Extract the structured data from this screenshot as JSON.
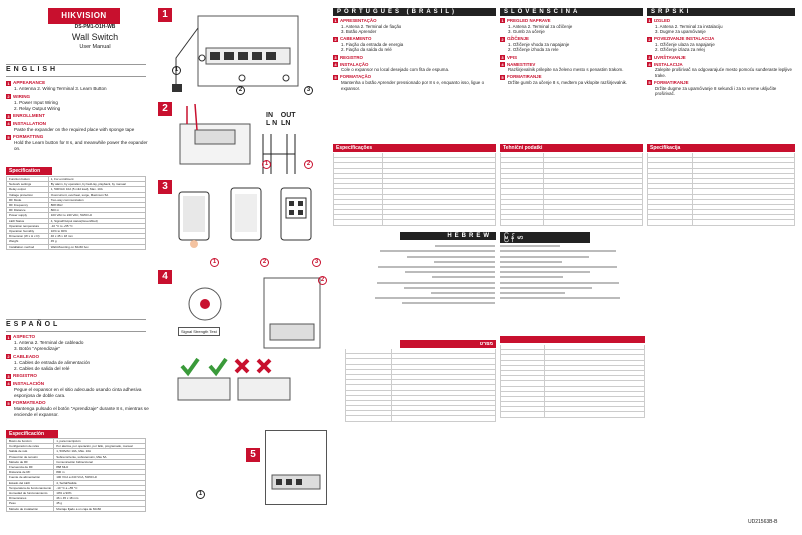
{
  "header": {
    "brand": "HIKVISION",
    "model": "DS-PM1-O1H-WB",
    "title": "Wall Switch",
    "subtitle": "User Manual"
  },
  "english": {
    "lang": "ENGLISH",
    "sections": [
      {
        "n": "1",
        "title": "APPEARANCE",
        "body": "1. Antenna  2. Wiring Terminal 3. Learn Button"
      },
      {
        "n": "2",
        "title": "WIRING",
        "body": "1. Power Input Wiring\n2. Relay Output Wiring"
      },
      {
        "n": "3",
        "title": "ENROLLMENT",
        "body": ""
      },
      {
        "n": "4",
        "title": "INSTALLATION",
        "body": "Paste the expander on the required place with sponge tape"
      },
      {
        "n": "5",
        "title": "FORMATTING",
        "body": "Hold the Learn button for 8 s, and meanwhile power the expander on."
      }
    ],
    "spec_title": "Specification",
    "spec_rows": [
      [
        "Function button",
        "1, For enrollment"
      ],
      [
        "Network settings",
        "By alarm, by operation, by fault-lay, playback, by manual"
      ],
      [
        "Relay output",
        "1, 500VAC 10A (5 mild load), Max. 10A"
      ],
      [
        "Voltage protection",
        "Overcurrent, overheat, surge, Maximum 5A"
      ],
      [
        "RF Mode",
        "Two-way communication"
      ],
      [
        "RF Frequency",
        "868 MHz"
      ],
      [
        "RF Distance",
        "800 m"
      ],
      [
        "Power supply",
        "100 VAC to 240 VAC, 50/60 Hz"
      ],
      [
        "LED Status",
        "4, Signal/Output status(Green/Red)"
      ],
      [
        "Operation temperature",
        "-10 °C to +55 °C"
      ],
      [
        "Operation humidity",
        "10% to 90%"
      ],
      [
        "Dimension (W x H x D)",
        "46 x 45 x 18 mm"
      ],
      [
        "Weight",
        "45 g"
      ],
      [
        "Installation method",
        "Wall-Mounting on 60x60 box"
      ]
    ]
  },
  "espanol": {
    "lang": "ESPAÑOL",
    "sections": [
      {
        "n": "1",
        "title": "ASPECTO",
        "body": "1. Antena   2. Terminal de cableado\n3. Botón \"Aprendizaje\""
      },
      {
        "n": "2",
        "title": "CABLEADO",
        "body": "1. Cables de entrada de alimentación\n2. Cables de salida del relé"
      },
      {
        "n": "3",
        "title": "REGISTRO",
        "body": ""
      },
      {
        "n": "4",
        "title": "INSTALACIÓN",
        "body": "Pegue el expansor en el sitio adecuado usando cinta adhesiva esponjosa de doble cara."
      },
      {
        "n": "5",
        "title": "FORMATEADO",
        "body": "Mantenga pulsado el botón \"Aprendizaje\" durante 8 s, mientras se enciende el expansor."
      }
    ],
    "spec_title": "Especificación",
    "spec_rows": [
      [
        "Botón de función",
        "1, para inscripción"
      ],
      [
        "Configuración de relés",
        "Por alarma, por operación, por fallo, programado, manual"
      ],
      [
        "Salida de relé",
        "1, 500VAC 10A, Máx. 10A"
      ],
      [
        "Protección de tensión",
        "Sobrecorriente, sobretensión, Máx 5A"
      ],
      [
        "Método de RF",
        "Comunicación bidireccional"
      ],
      [
        "Frecuencia de RF",
        "868 MHz"
      ],
      [
        "Distancia de RF",
        "800 m"
      ],
      [
        "Fuente de alimentación",
        "100 VCA a 240 VCA, 50/60 Hz"
      ],
      [
        "Estado del LED",
        "4, Señal/Salida"
      ],
      [
        "Temperatura de funcionamiento",
        "-10 °C a +55 °C"
      ],
      [
        "Humedad de funcionamiento",
        "10% a 90%"
      ],
      [
        "Dimensiones",
        "46 x 45 x 18 mm"
      ],
      [
        "Peso",
        "45 g"
      ],
      [
        "Método de instalación",
        "Montaje fijado a un caja de 60x60"
      ]
    ]
  },
  "figures": {
    "labels": [
      "1",
      "2",
      "3",
      "4",
      "5"
    ],
    "wiring_label": "IN    OUT\nL N  LN",
    "signal_text": "Signal Strength Test"
  },
  "portugues": {
    "lang": "PORTUGUÊS (BRASIL)",
    "sections": [
      {
        "n": "1",
        "title": "APRESENTAÇÃO",
        "body": "1. Antena   2. Terminal de fiação\n3. Botão Aprender"
      },
      {
        "n": "2",
        "title": "CABEAMENTO",
        "body": "1. Fiação da entrada de energia\n2. Fiação da saída do relé"
      },
      {
        "n": "3",
        "title": "REGISTRO",
        "body": ""
      },
      {
        "n": "4",
        "title": "INSTALAÇÃO",
        "body": "Cole o expansor no local desejado com fita de espuma."
      },
      {
        "n": "5",
        "title": "FORMATAÇÃO",
        "body": "Mantenha o botão Aprender pressionado por 8 s e, enquanto isso, ligue o expansor."
      }
    ],
    "spec_title": "Especificações"
  },
  "slovenscina": {
    "lang": "SLOVENŠČINA",
    "sections": [
      {
        "n": "1",
        "title": "PREGLED NAPRAVE",
        "body": "1. Antena   2. Terminal za ožičenje\n3. Gumb za učenje"
      },
      {
        "n": "2",
        "title": "OŽIČENJE",
        "body": "1. Ožičenje vhoda za napajanje\n2. Ožičenje izhoda za rele"
      },
      {
        "n": "3",
        "title": "VPIS",
        "body": ""
      },
      {
        "n": "4",
        "title": "NAMESTITEV",
        "body": "Razširjevalnik prilepite na želeno mesto s penastim trakom."
      },
      {
        "n": "5",
        "title": "FORMATIRANJE",
        "body": "Držite gumb za učenje 8 s, medtem pa vklopite razširjevalnik."
      }
    ],
    "spec_title": "Tehnični podatki"
  },
  "srpski": {
    "lang": "SRPSKI",
    "sections": [
      {
        "n": "1",
        "title": "IZGLED",
        "body": "1. Antena   2. Terminal za instalaciju\n3. Dugme za upamćivanje"
      },
      {
        "n": "2",
        "title": "POVEZIVANJE INSTALACIJA",
        "body": "1. Ožičenje ulaza za napajanje\n2. Ožičenje izlaza za relej"
      },
      {
        "n": "3",
        "title": "UVRŠTAVANJE",
        "body": ""
      },
      {
        "n": "4",
        "title": "INSTALACIJA",
        "body": "Zalepite proširivač na odgovarajuće mesto pomoću sunđeraste lepljive trake."
      },
      {
        "n": "5",
        "title": "FORMATIRANJE",
        "body": "Držite dugme za upamćivanje 8 sekundi i za to vreme uključite proširivač."
      }
    ],
    "spec_title": "Specifikacija"
  },
  "hebrew": {
    "lang": "HEBREW",
    "spec_title": "מפרט"
  },
  "burmese": {
    "lang": "မြန်မာ"
  },
  "footer": {
    "code": "UD21563B-B"
  }
}
